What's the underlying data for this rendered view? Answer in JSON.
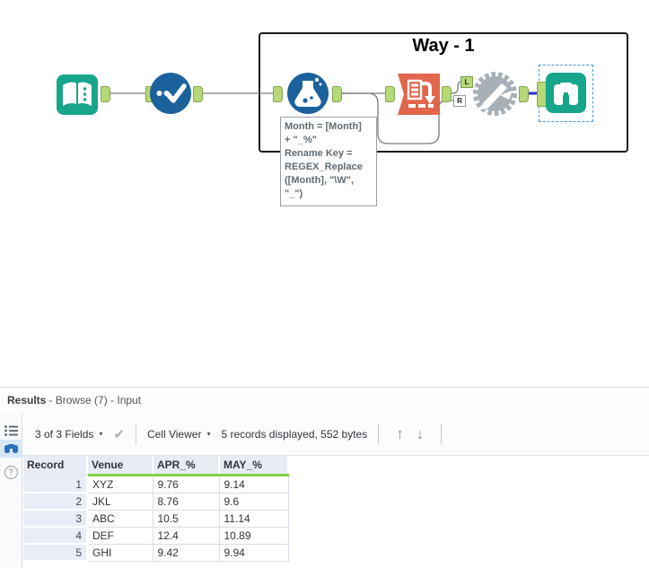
{
  "canvas": {
    "container": {
      "title": "Way - 1"
    },
    "tooltip": {
      "text": "Month = [Month]\n+ \"_%\"\nRename Key =\nREGEX_Replace\n([Month], \"\\W\",\n\"_\")"
    },
    "anchors": {
      "left_label": "L",
      "right_label": "R"
    },
    "tools": [
      "input-data",
      "select",
      "formula",
      "transpose",
      "join-macro",
      "browse"
    ]
  },
  "results": {
    "title_bold": "Results",
    "title_rest": "- Browse (7) - Input",
    "toolbar": {
      "fields_dropdown": "3 of 3 Fields",
      "cell_viewer_dropdown": "Cell Viewer",
      "records_info": "5 records displayed, 552 bytes",
      "up_arrow": "↑",
      "down_arrow": "↓",
      "check": "✔",
      "caret": "▾"
    },
    "table": {
      "headers": [
        "Record",
        "Venue",
        "APR_%",
        "MAY_%"
      ],
      "rows": [
        {
          "record": "1",
          "venue": "XYZ",
          "apr": "9.76",
          "may": "9.14"
        },
        {
          "record": "2",
          "venue": "JKL",
          "apr": "8.76",
          "may": "9.6"
        },
        {
          "record": "3",
          "venue": "ABC",
          "apr": "10.5",
          "may": "11.14"
        },
        {
          "record": "4",
          "venue": "DEF",
          "apr": "12.4",
          "may": "10.89"
        },
        {
          "record": "5",
          "venue": "GHI",
          "apr": "9.42",
          "may": "9.94"
        }
      ],
      "help_label": "?"
    }
  },
  "colors": {
    "teal_tool": "#17a58b",
    "blue_tool": "#1b629c",
    "orange_tool": "#e0664c",
    "macro_gray": "#a6b0b6",
    "anchor_green": "#b5d878",
    "selected_connection": "#2a2ad4",
    "selection_dash": "#3f9ad6",
    "header_underline_green": "#7ed348"
  }
}
